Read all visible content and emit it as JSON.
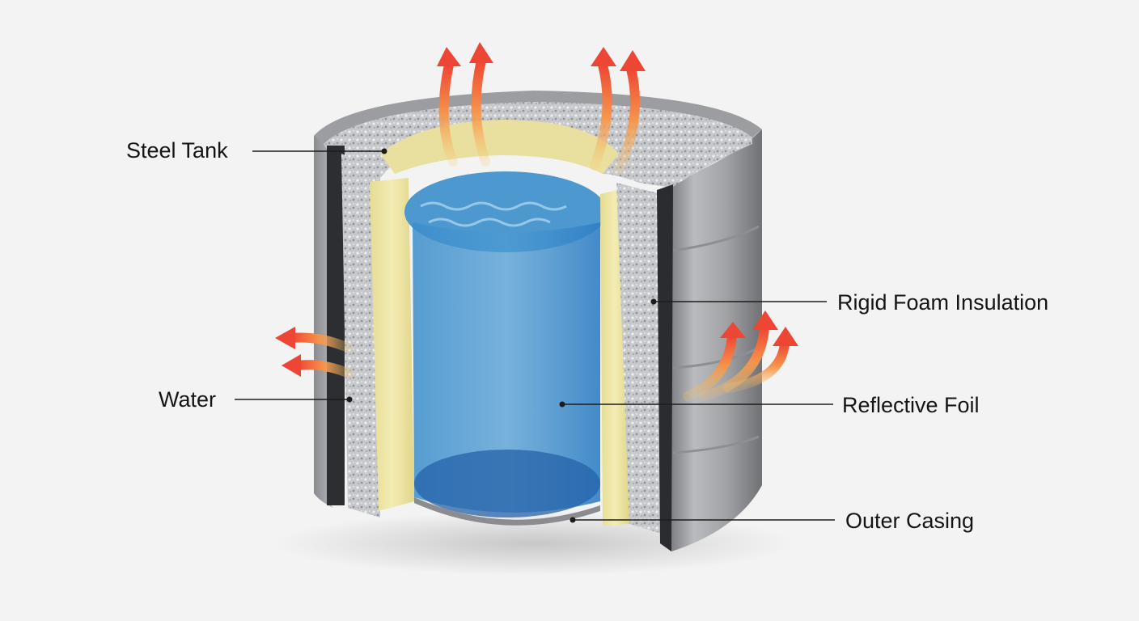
{
  "labels": {
    "steel_tank": "Steel Tank",
    "water": "Water",
    "rigid_foam_insulation": "Rigid Foam Insulation",
    "reflective_foil": "Reflective Foil",
    "outer_casing": "Outer Casing"
  },
  "colors": {
    "background": "#f3f3f3",
    "steel": "#a4a6a9",
    "foam": "#efe7a8",
    "foil": "#c9cbce",
    "water": "#2f7fc4",
    "heat": "#f0553a"
  }
}
